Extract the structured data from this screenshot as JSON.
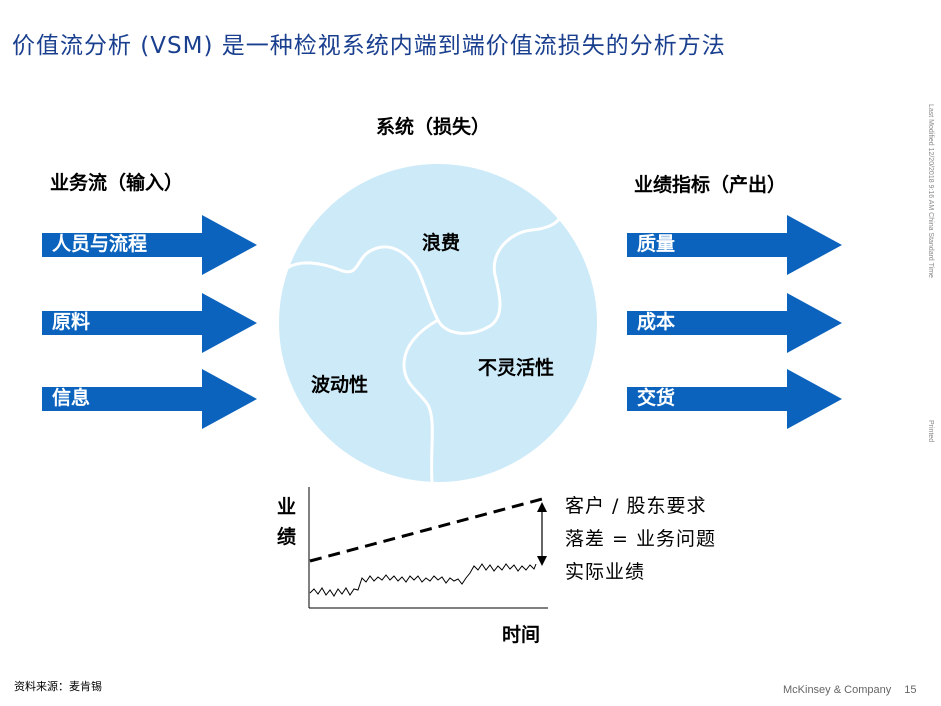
{
  "title": "价值流分析 (VSM) 是一种检视系统内端到端价值流损失的分析方法",
  "system_label": "系统（损失）",
  "input_label": "业务流（输入）",
  "output_label": "业绩指标（产出）",
  "inputs": [
    "人员与流程",
    "原料",
    "信息"
  ],
  "outputs": [
    "质量",
    "成本",
    "交货"
  ],
  "puzzle": {
    "waste": "浪费",
    "variability": "波动性",
    "inflexibility": "不灵活性"
  },
  "chart": {
    "ylabel_1": "业",
    "ylabel_2": "绩",
    "xlabel": "时间",
    "legend_demand": "客户 / 股东要求",
    "legend_gap": "落差 = 业务问题",
    "legend_actual": "实际业绩"
  },
  "side_note_1": "Last Modified 12/20/2018 9:16 AM China Standard Time",
  "side_note_2": "Printed",
  "footer_source": "资料来源：麦肯锡",
  "footer_company": "McKinsey & Company",
  "page_number": "15",
  "colors": {
    "arrow": "#0b63be",
    "puzzle_fill": "#cdeaf8",
    "title": "#1a3f8f"
  }
}
